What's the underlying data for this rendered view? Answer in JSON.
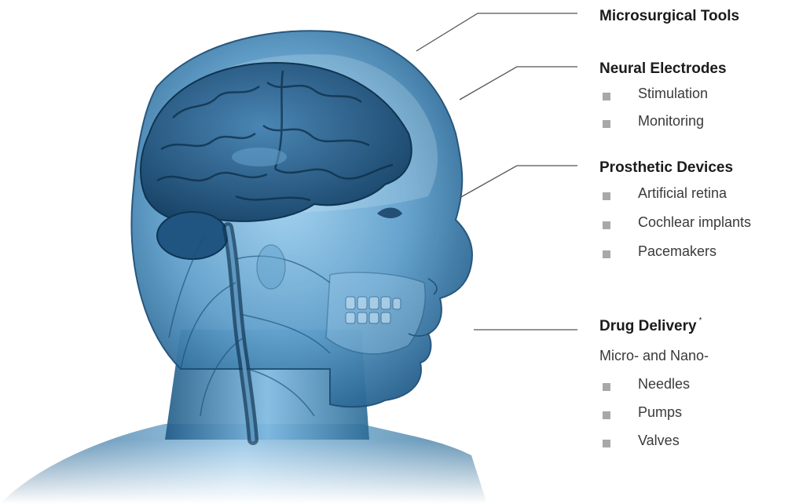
{
  "categories": [
    {
      "title": "Microsurgical Tools",
      "marker": "",
      "subtitle": "",
      "items": []
    },
    {
      "title": "Neural Electrodes",
      "marker": "",
      "subtitle": "",
      "items": [
        "Stimulation",
        "Monitoring"
      ]
    },
    {
      "title": "Prosthetic Devices",
      "marker": "",
      "subtitle": "",
      "items": [
        "Artificial retina",
        "Cochlear implants",
        "Pacemakers"
      ]
    },
    {
      "title": "Drug Delivery",
      "marker": "*",
      "subtitle": "Micro- and Nano-",
      "items": [
        "Needles",
        "Pumps",
        "Valves"
      ]
    }
  ],
  "colors": {
    "bullet": "#a8a8a8",
    "leader_line": "#555555",
    "figure_blue": "#2f6e9e",
    "figure_light": "#cfe6f5"
  },
  "illustration": "transparent-human-head-brain-nervous-system"
}
